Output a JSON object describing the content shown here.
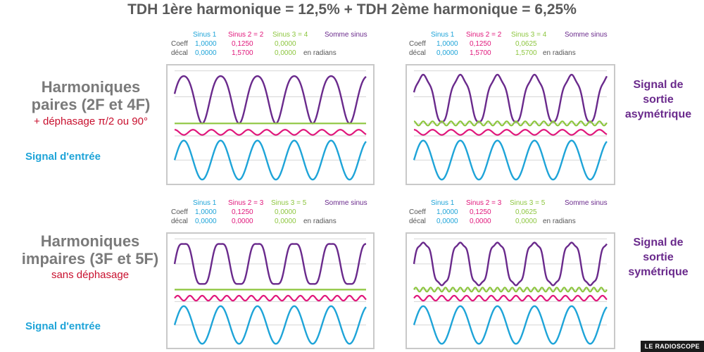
{
  "title": "TDH 1ère harmonique = 12,5%  +  TDH 2ème harmonique = 6,25%",
  "left": {
    "even_title_1": "Harmoniques",
    "even_title_2": "paires (2F et 4F)",
    "even_note": "+ déphasage π/2 ou 90°",
    "odd_title_1": "Harmoniques",
    "odd_title_2": "impaires (3F et 5F)",
    "odd_note": "sans déphasage",
    "input_label": "Signal d'entrée"
  },
  "right": {
    "asym_1": "Signal de",
    "asym_2": "sortie",
    "asym_3": "asymétrique",
    "sym_1": "Signal de",
    "sym_2": "sortie",
    "sym_3": "symétrique"
  },
  "common": {
    "coeff": "Coeff",
    "decal": "décal",
    "unit": "en radians",
    "sum": "Somme sinus",
    "sinus1": "Sinus 1"
  },
  "panels": [
    {
      "sin2": "Sinus 2 = 2",
      "sin3": "Sinus 3 = 4",
      "coeff": [
        "1,0000",
        "0,1250",
        "0,0000"
      ],
      "decal": [
        "0,0000",
        "1,5700",
        "0,0000"
      ]
    },
    {
      "sin2": "Sinus 2 = 2",
      "sin3": "Sinus 3 = 4",
      "coeff": [
        "1,0000",
        "0,1250",
        "0,0625"
      ],
      "decal": [
        "0,0000",
        "1,5700",
        "1,5700"
      ]
    },
    {
      "sin2": "Sinus 2 = 3",
      "sin3": "Sinus 3 = 5",
      "coeff": [
        "1,0000",
        "0,1250",
        "0,0000"
      ],
      "decal": [
        "0,0000",
        "0,0000",
        "0,0000"
      ]
    },
    {
      "sin2": "Sinus 2 = 3",
      "sin3": "Sinus 3 = 5",
      "coeff": [
        "1,0000",
        "0,1250",
        "0,0625"
      ],
      "decal": [
        "0,0000",
        "0,0000",
        "0,0000"
      ]
    }
  ],
  "brand": "LE RADIOSCOPE",
  "colors": {
    "sinus1": "#1ea4d8",
    "sinus2": "#e0177b",
    "sinus3": "#8dc63f",
    "sum": "#6a2a8c"
  }
}
